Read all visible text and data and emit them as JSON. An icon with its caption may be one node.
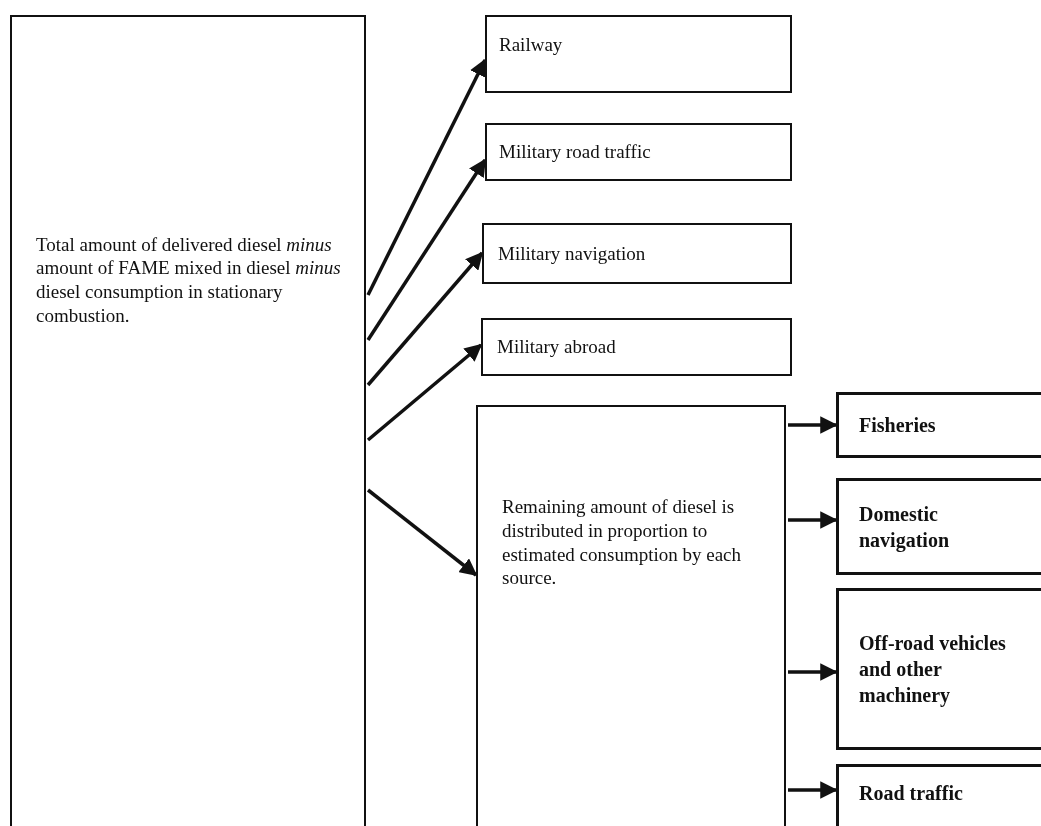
{
  "diagram": {
    "nodes": [
      {
        "text": [
          "Total amount of delivered diesel *minus* amount of FAME mixed in diesel *minus* diesel consumption in stationary combustion."
        ]
      },
      {
        "text": [
          "Railway"
        ]
      },
      {
        "text": [
          "Military road traffic"
        ]
      },
      {
        "text": [
          "Military navigation"
        ]
      },
      {
        "text": [
          "Military abroad"
        ]
      },
      {
        "text": [
          "Remaining amount of diesel is distributed in proportion to estimated consumption by each source."
        ]
      },
      {
        "text": [
          "Fisheries"
        ]
      },
      {
        "text": [
          "Domestic navigation"
        ]
      },
      {
        "text": [
          "Off-road vehicles and other machinery"
        ]
      },
      {
        "text": [
          "Road traffic"
        ]
      }
    ],
    "edges": [
      {
        "from": 0,
        "to": 1,
        "arrow": "to"
      },
      {
        "from": 0,
        "to": 2,
        "arrow": "to"
      },
      {
        "from": 0,
        "to": 3,
        "arrow": "to"
      },
      {
        "from": 0,
        "to": 4,
        "arrow": "to"
      },
      {
        "from": 0,
        "to": 5,
        "arrow": "to"
      },
      {
        "from": 5,
        "to": 6,
        "arrow": "to"
      },
      {
        "from": 5,
        "to": 7,
        "arrow": "to"
      },
      {
        "from": 5,
        "to": 8,
        "arrow": "to"
      },
      {
        "from": 5,
        "to": 9,
        "arrow": "to"
      }
    ]
  }
}
